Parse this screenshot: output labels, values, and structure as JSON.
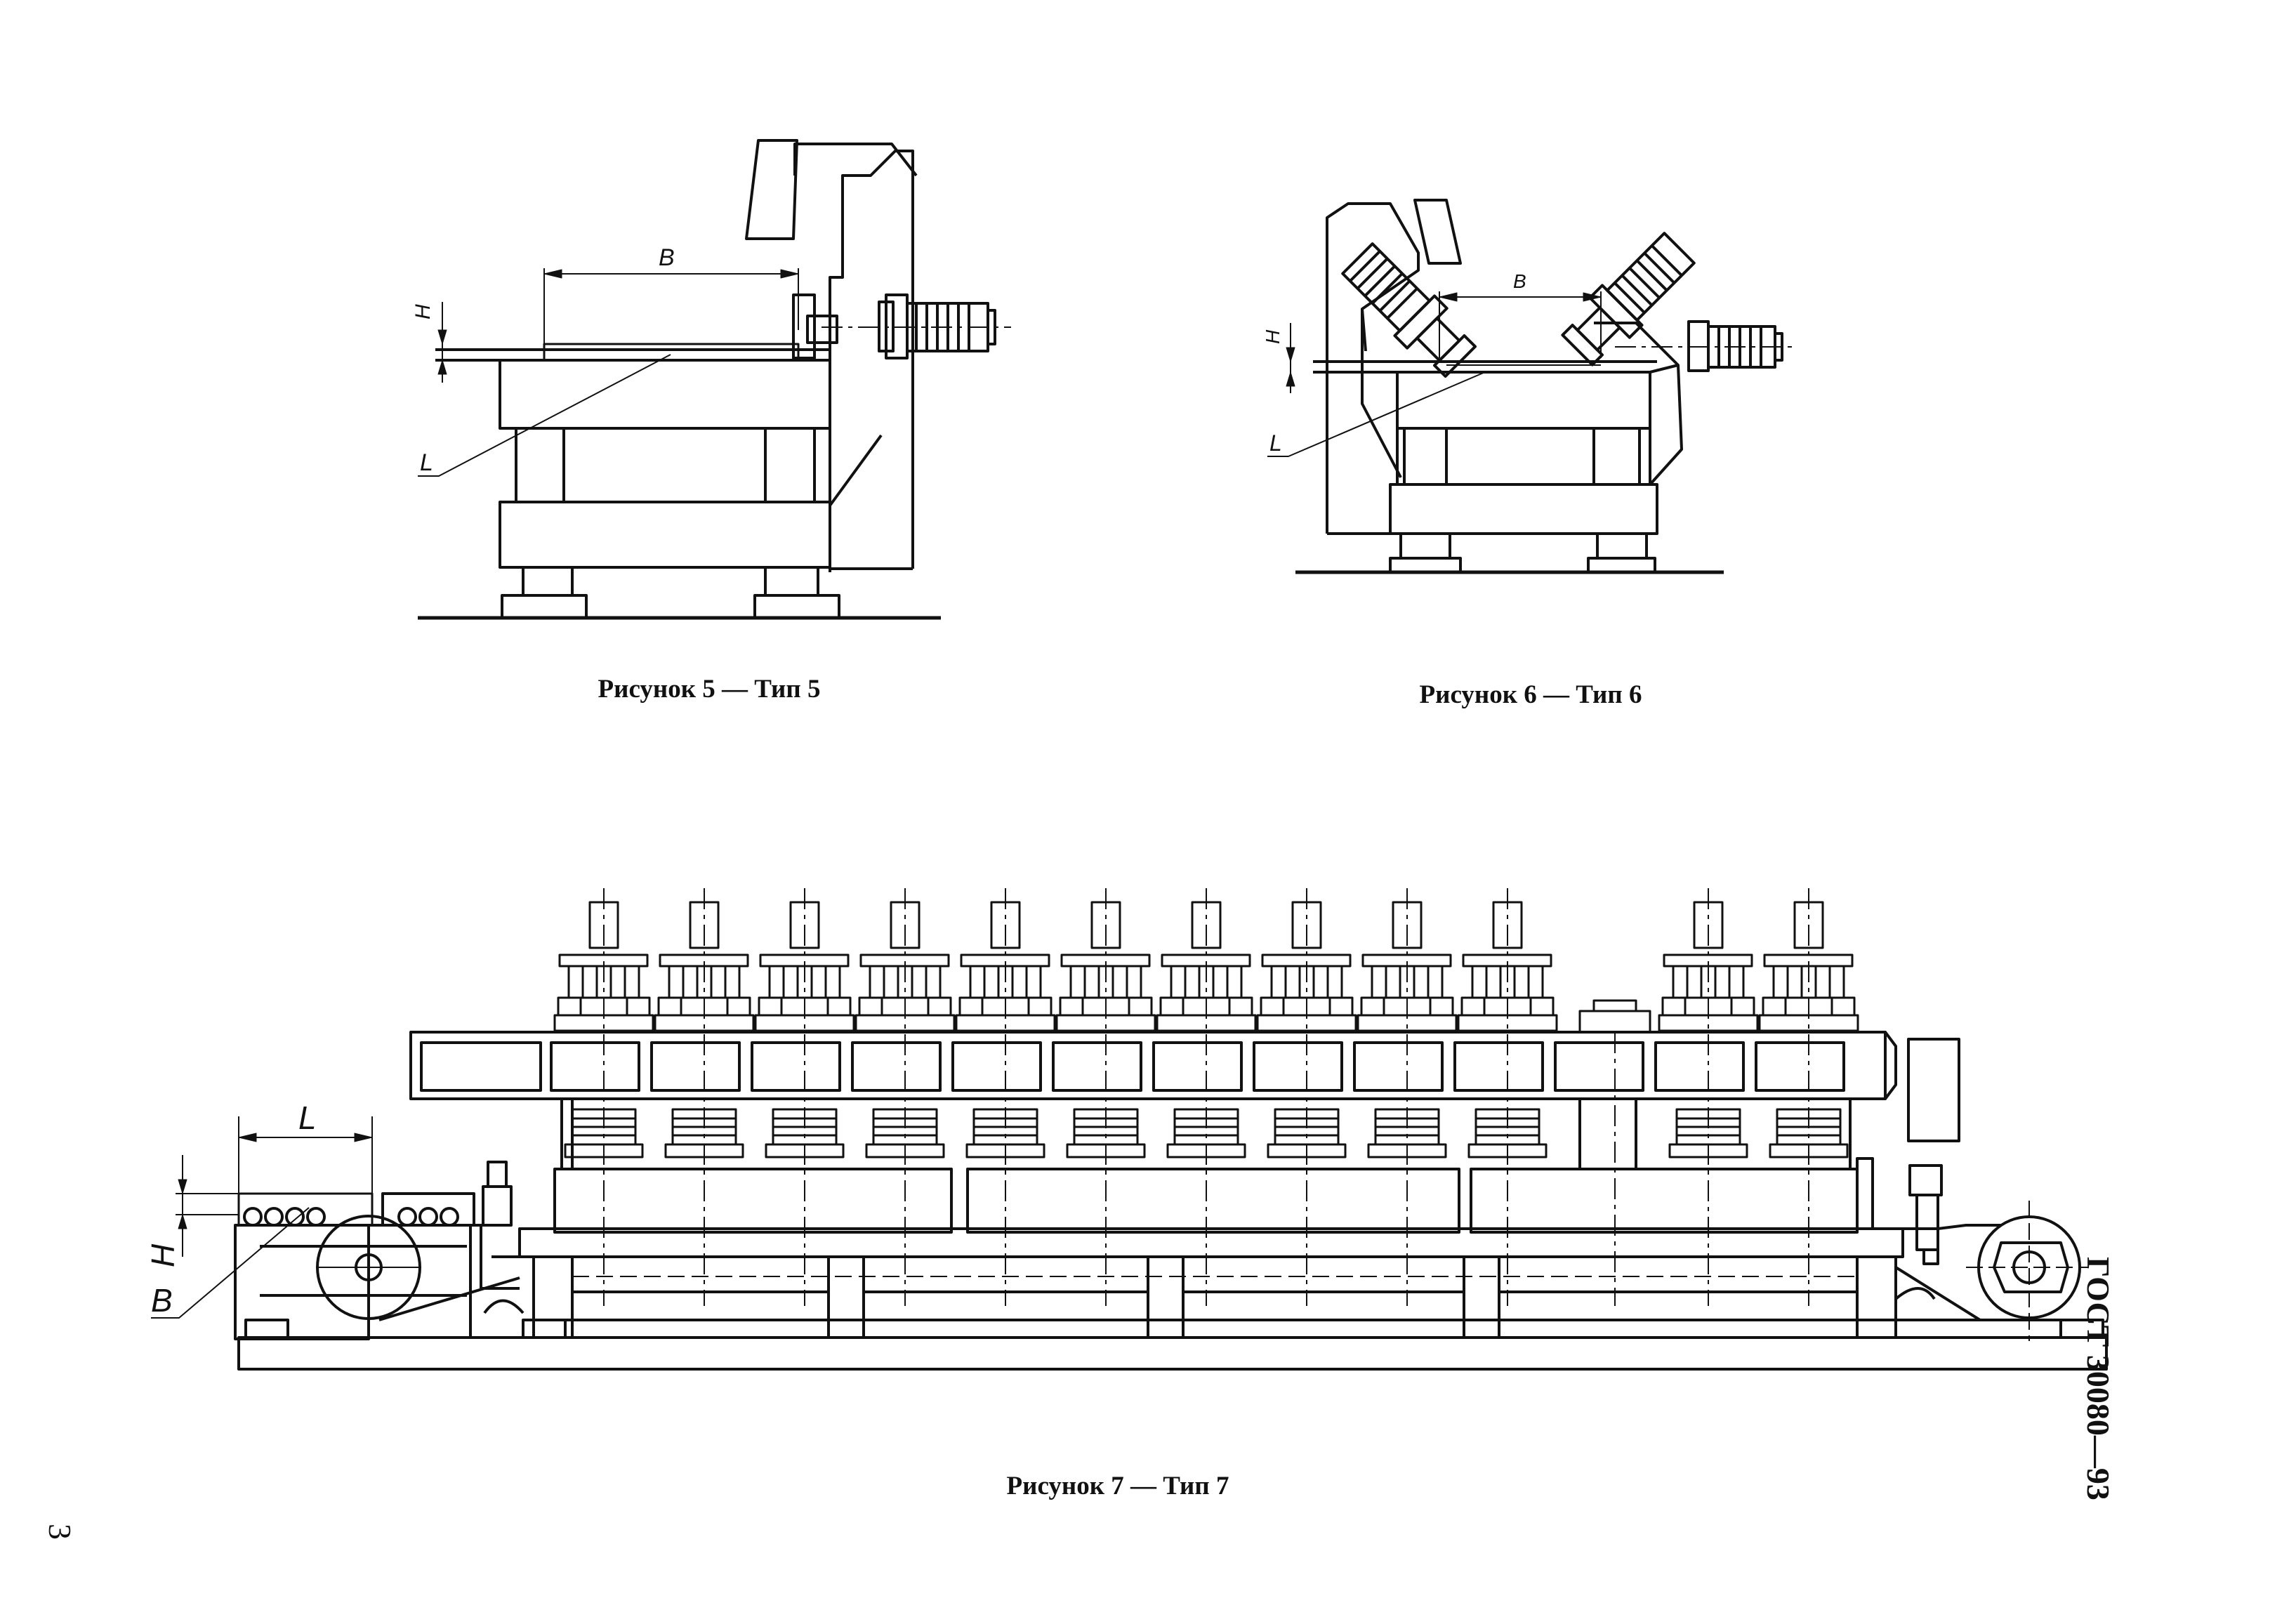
{
  "page": {
    "number": "3",
    "standard_code": "ГОСТ 30080—93"
  },
  "figures": [
    {
      "id": "fig5",
      "caption": "Рисунок 5 — Тип 5",
      "dimension_labels": {
        "B": "B",
        "H": "H",
        "L": "L"
      }
    },
    {
      "id": "fig6",
      "caption": "Рисунок 6 — Тип 6",
      "dimension_labels": {
        "B": "B",
        "H": "H",
        "L": "L"
      }
    },
    {
      "id": "fig7",
      "caption": "Рисунок 7 — Тип 7",
      "dimension_labels": {
        "L": "L",
        "H": "H",
        "B": "B"
      }
    }
  ],
  "colors": {
    "ink": "#111111",
    "paper": "#ffffff"
  }
}
